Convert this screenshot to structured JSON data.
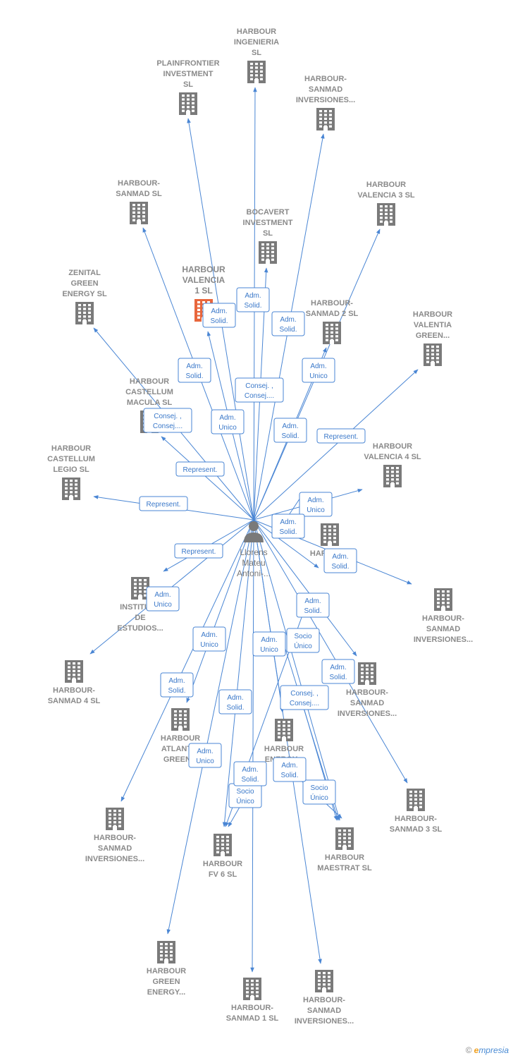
{
  "colors": {
    "edge": "#4a86d4",
    "building": "#7a7a7a",
    "highlight": "#e8663c",
    "label": "#8a8a8a",
    "box_border": "#4a86d4"
  },
  "center": {
    "id": "person",
    "icon": "person-icon",
    "lines": [
      "Llorens",
      "Mateu",
      "Antoni-..."
    ]
  },
  "nodes": [
    {
      "id": "n1",
      "lines": [
        "HARBOUR",
        "INGENIERIA",
        "SL"
      ]
    },
    {
      "id": "n2",
      "lines": [
        "PLAINFRONTIER",
        "INVESTMENT",
        "SL"
      ]
    },
    {
      "id": "n3",
      "lines": [
        "HARBOUR-",
        "SANMAD",
        "INVERSIONES..."
      ]
    },
    {
      "id": "n4",
      "lines": [
        "HARBOUR-",
        "SANMAD  SL"
      ]
    },
    {
      "id": "n5",
      "lines": [
        "HARBOUR",
        "VALENCIA 3  SL"
      ]
    },
    {
      "id": "n6",
      "lines": [
        "BOCAVERT",
        "INVESTMENT",
        "SL"
      ]
    },
    {
      "id": "n7",
      "lines": [
        "ZENITAL",
        "GREEN",
        "ENERGY  SL"
      ]
    },
    {
      "id": "n8",
      "lines": [
        "HARBOUR",
        "VALENCIA",
        "1  SL"
      ],
      "highlight": true
    },
    {
      "id": "n9",
      "lines": [
        "HARBOUR-",
        "SANMAD 2  SL"
      ]
    },
    {
      "id": "n10",
      "lines": [
        "HARBOUR",
        "VALENTIA",
        "GREEN..."
      ]
    },
    {
      "id": "n11",
      "lines": [
        "HARBOUR",
        "CASTELLUM",
        "MACULA  SL"
      ]
    },
    {
      "id": "n12",
      "lines": [
        "HARBOUR",
        "CASTELLUM",
        "LEGIO  SL"
      ]
    },
    {
      "id": "n13",
      "lines": [
        "HARBOUR",
        "VALENCIA 4  SL"
      ]
    },
    {
      "id": "n14",
      "lines": [
        "HARBOUR",
        "FV"
      ]
    },
    {
      "id": "n15",
      "lines": [
        "HARBOUR-",
        "SANMAD",
        "INVERSIONES..."
      ]
    },
    {
      "id": "n16",
      "lines": [
        "INSTITUTO",
        "DE",
        "ESTUDIOS..."
      ]
    },
    {
      "id": "n17",
      "lines": [
        "HARBOUR-",
        "SANMAD 4  SL"
      ]
    },
    {
      "id": "n18",
      "lines": [
        "HARBOUR-",
        "SANMAD",
        "INVERSIONES..."
      ]
    },
    {
      "id": "n19",
      "lines": [
        "HARBOUR",
        "ATLANTIC",
        "GREEN..."
      ]
    },
    {
      "id": "n20",
      "lines": [
        "HARBOUR",
        "ENERGY..."
      ]
    },
    {
      "id": "n21",
      "lines": [
        "HARBOUR-",
        "SANMAD 3  SL"
      ]
    },
    {
      "id": "n22",
      "lines": [
        "HARBOUR-",
        "SANMAD",
        "INVERSIONES..."
      ]
    },
    {
      "id": "n23",
      "lines": [
        "HARBOUR",
        "FV 6  SL"
      ]
    },
    {
      "id": "n24",
      "lines": [
        "HARBOUR",
        "MAESTRAT  SL"
      ]
    },
    {
      "id": "n25",
      "lines": [
        "HARBOUR",
        "GREEN",
        "ENERGY..."
      ]
    },
    {
      "id": "n26",
      "lines": [
        "HARBOUR-",
        "SANMAD 1  SL"
      ]
    },
    {
      "id": "n27",
      "lines": [
        "HARBOUR-",
        "SANMAD",
        "INVERSIONES..."
      ]
    }
  ],
  "edges": [
    {
      "to": "n1",
      "lines": []
    },
    {
      "to": "n2",
      "lines": [
        "Adm.",
        "Solid."
      ]
    },
    {
      "to": "n3",
      "lines": [
        "Adm.",
        "Solid."
      ]
    },
    {
      "to": "n4",
      "lines": [
        "Adm.",
        "Solid."
      ]
    },
    {
      "to": "n5",
      "lines": [
        "Adm.",
        "Solid."
      ]
    },
    {
      "to": "n6",
      "lines": [
        "Consej. ,",
        "Consej...."
      ]
    },
    {
      "to": "n8",
      "lines": [
        "Adm.",
        "Unico"
      ]
    },
    {
      "to": "n9",
      "lines": [
        "Adm.",
        "Unico"
      ]
    },
    {
      "to": "n10",
      "lines": [
        "Represent."
      ]
    },
    {
      "to": "n11",
      "lines": [
        "Consej. ,",
        "Consej...."
      ]
    },
    {
      "to": "n7",
      "lines": [
        "Represent."
      ]
    },
    {
      "to": "n12",
      "lines": [
        "Represent."
      ]
    },
    {
      "to": "n13",
      "lines": [
        "Adm.",
        "Unico"
      ]
    },
    {
      "to": "n14",
      "lines": [
        "Adm.",
        "Solid."
      ]
    },
    {
      "to": "n15",
      "lines": [
        "Adm.",
        "Solid."
      ]
    },
    {
      "to": "n16",
      "lines": [
        "Represent."
      ]
    },
    {
      "to": "n17",
      "lines": [
        "Adm.",
        "Unico"
      ]
    },
    {
      "to": "n18",
      "lines": [
        "Adm.",
        "Solid."
      ]
    },
    {
      "to": "n19",
      "lines": [
        "Adm.",
        "Unico"
      ]
    },
    {
      "to": "n20",
      "lines": [
        "Adm.",
        "Unico"
      ]
    },
    {
      "to": "n21",
      "lines": [
        "Adm.",
        "Solid."
      ]
    },
    {
      "to": "n22",
      "lines": [
        "Adm.",
        "Solid."
      ]
    },
    {
      "to": "n23",
      "lines": [
        "Adm.",
        "Solid."
      ]
    },
    {
      "to": "n24",
      "lines": [
        "Socio",
        "Único"
      ]
    },
    {
      "to": "n25",
      "lines": [
        "Adm.",
        "Unico"
      ]
    },
    {
      "to": "n26",
      "lines": []
    },
    {
      "to": "n27",
      "lines": [
        "Adm.",
        "Solid."
      ]
    }
  ],
  "extra_labels": [
    {
      "lines": [
        "Adm.",
        "Solid."
      ]
    },
    {
      "lines": [
        "Adm.",
        "Solid."
      ]
    },
    {
      "lines": [
        "Socio",
        "Único"
      ]
    },
    {
      "lines": [
        "Consej. ,",
        "Consej...."
      ]
    },
    {
      "lines": [
        "Socio",
        "Único"
      ]
    },
    {
      "lines": [
        "Adm.",
        "Solid."
      ]
    },
    {
      "lines": [
        "Adm.",
        "Solid."
      ]
    }
  ],
  "footer": {
    "copyright": "©",
    "brand_first": "e",
    "brand_rest": "mpresia"
  }
}
